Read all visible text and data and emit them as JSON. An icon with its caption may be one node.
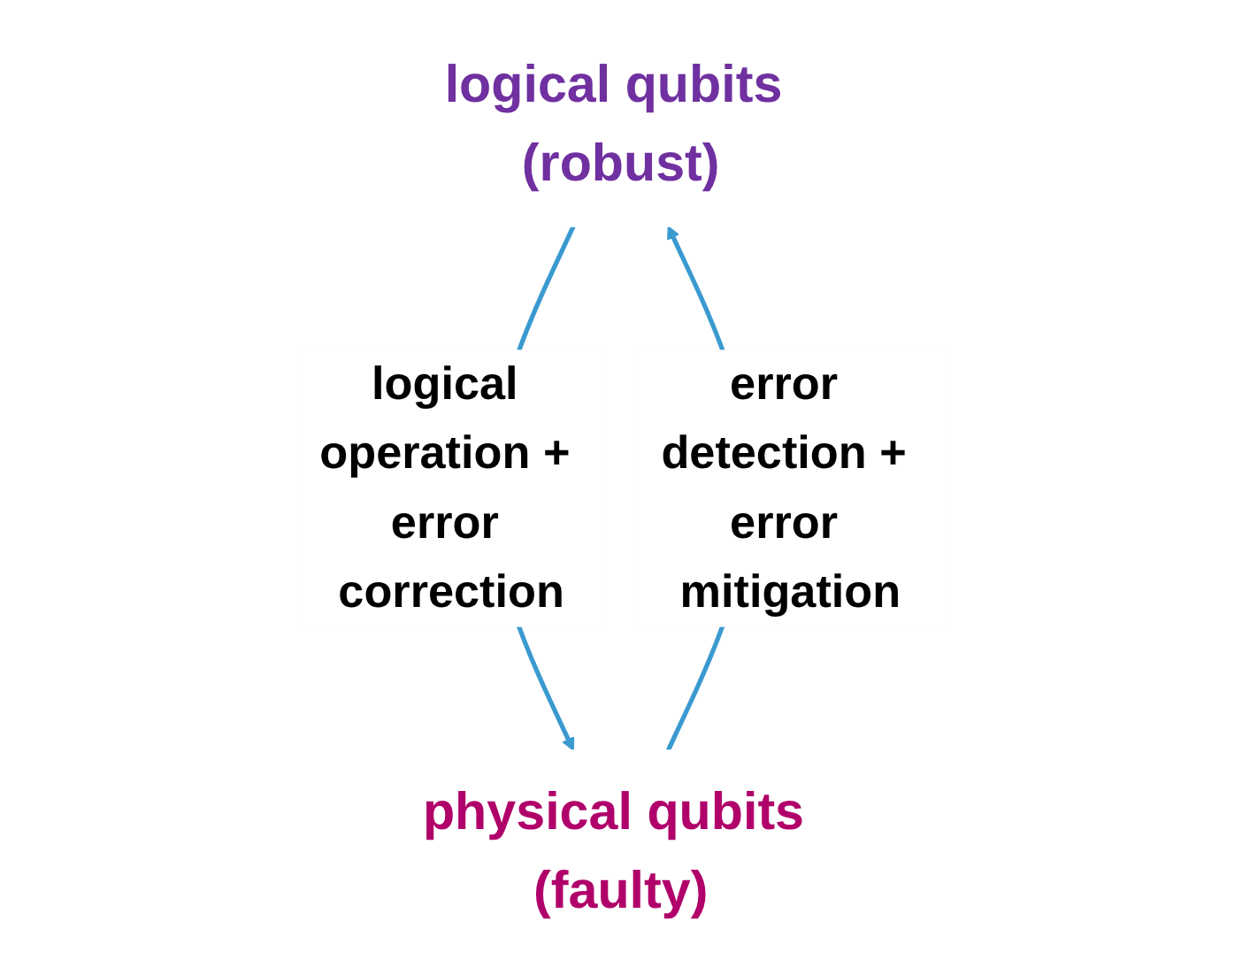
{
  "diagram": {
    "nodes": [
      {
        "text": [
          "logical qubits (robust)"
        ]
      },
      {
        "text": [
          "physical qubits (faulty)"
        ]
      }
    ],
    "edges": [
      {
        "from": 1,
        "to": 0,
        "arrow": "to",
        "label": "error detection + error mitigation"
      },
      {
        "from": 0,
        "to": 1,
        "arrow": "to",
        "label": "logical operation + error correction"
      }
    ]
  }
}
